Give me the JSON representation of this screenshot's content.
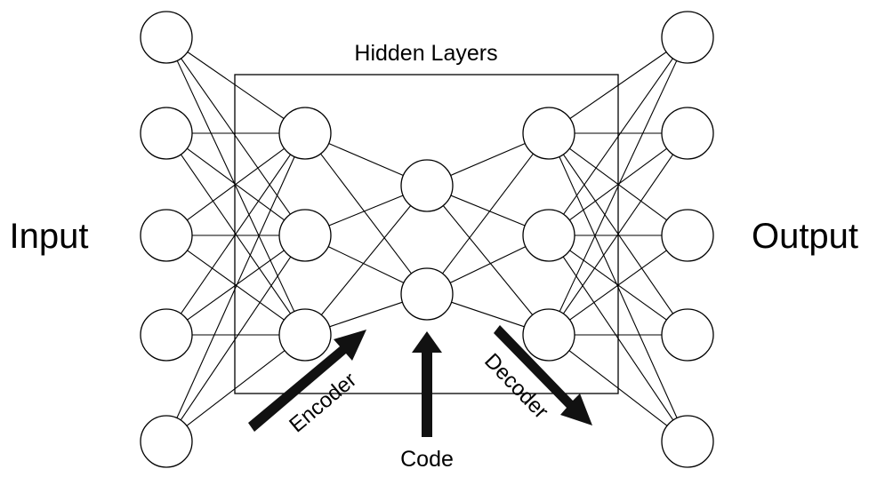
{
  "labels": {
    "input": "Input",
    "output": "Output",
    "hidden_layers": "Hidden Layers",
    "encoder": "Encoder",
    "code": "Code",
    "decoder": "Decoder"
  },
  "network": {
    "layers": [
      {
        "name": "input",
        "nodes": 5
      },
      {
        "name": "encoder-hidden",
        "nodes": 3
      },
      {
        "name": "code",
        "nodes": 2
      },
      {
        "name": "decoder-hidden",
        "nodes": 3
      },
      {
        "name": "output",
        "nodes": 5
      }
    ],
    "connections": "fully-connected between adjacent layers"
  }
}
